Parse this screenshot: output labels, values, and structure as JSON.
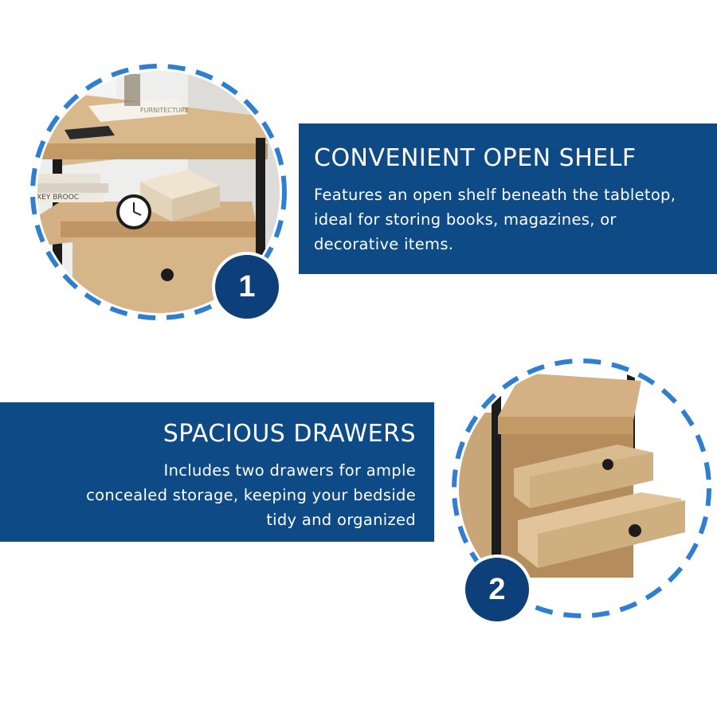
{
  "features": [
    {
      "number": "1",
      "title": "CONVENIENT OPEN SHELF",
      "lines": [
        "Features an open shelf beneath the tabletop,",
        "ideal for storing books, magazines, or",
        "decorative items."
      ],
      "photo_text": [
        "FURNITECTURE",
        "XEY BROOC"
      ],
      "icon": "shelf-photo"
    },
    {
      "number": "2",
      "title": "SPACIOUS DRAWERS",
      "lines": [
        "Includes two drawers for ample",
        "concealed storage, keeping your bedside",
        "tidy and organized"
      ],
      "icon": "drawers-photo"
    }
  ],
  "colors": {
    "panel": "#0d4a86",
    "badge": "#0d3f7a",
    "dash": "#2f7fd0",
    "wood": "#c9a67a",
    "metal": "#1c1c1c"
  }
}
